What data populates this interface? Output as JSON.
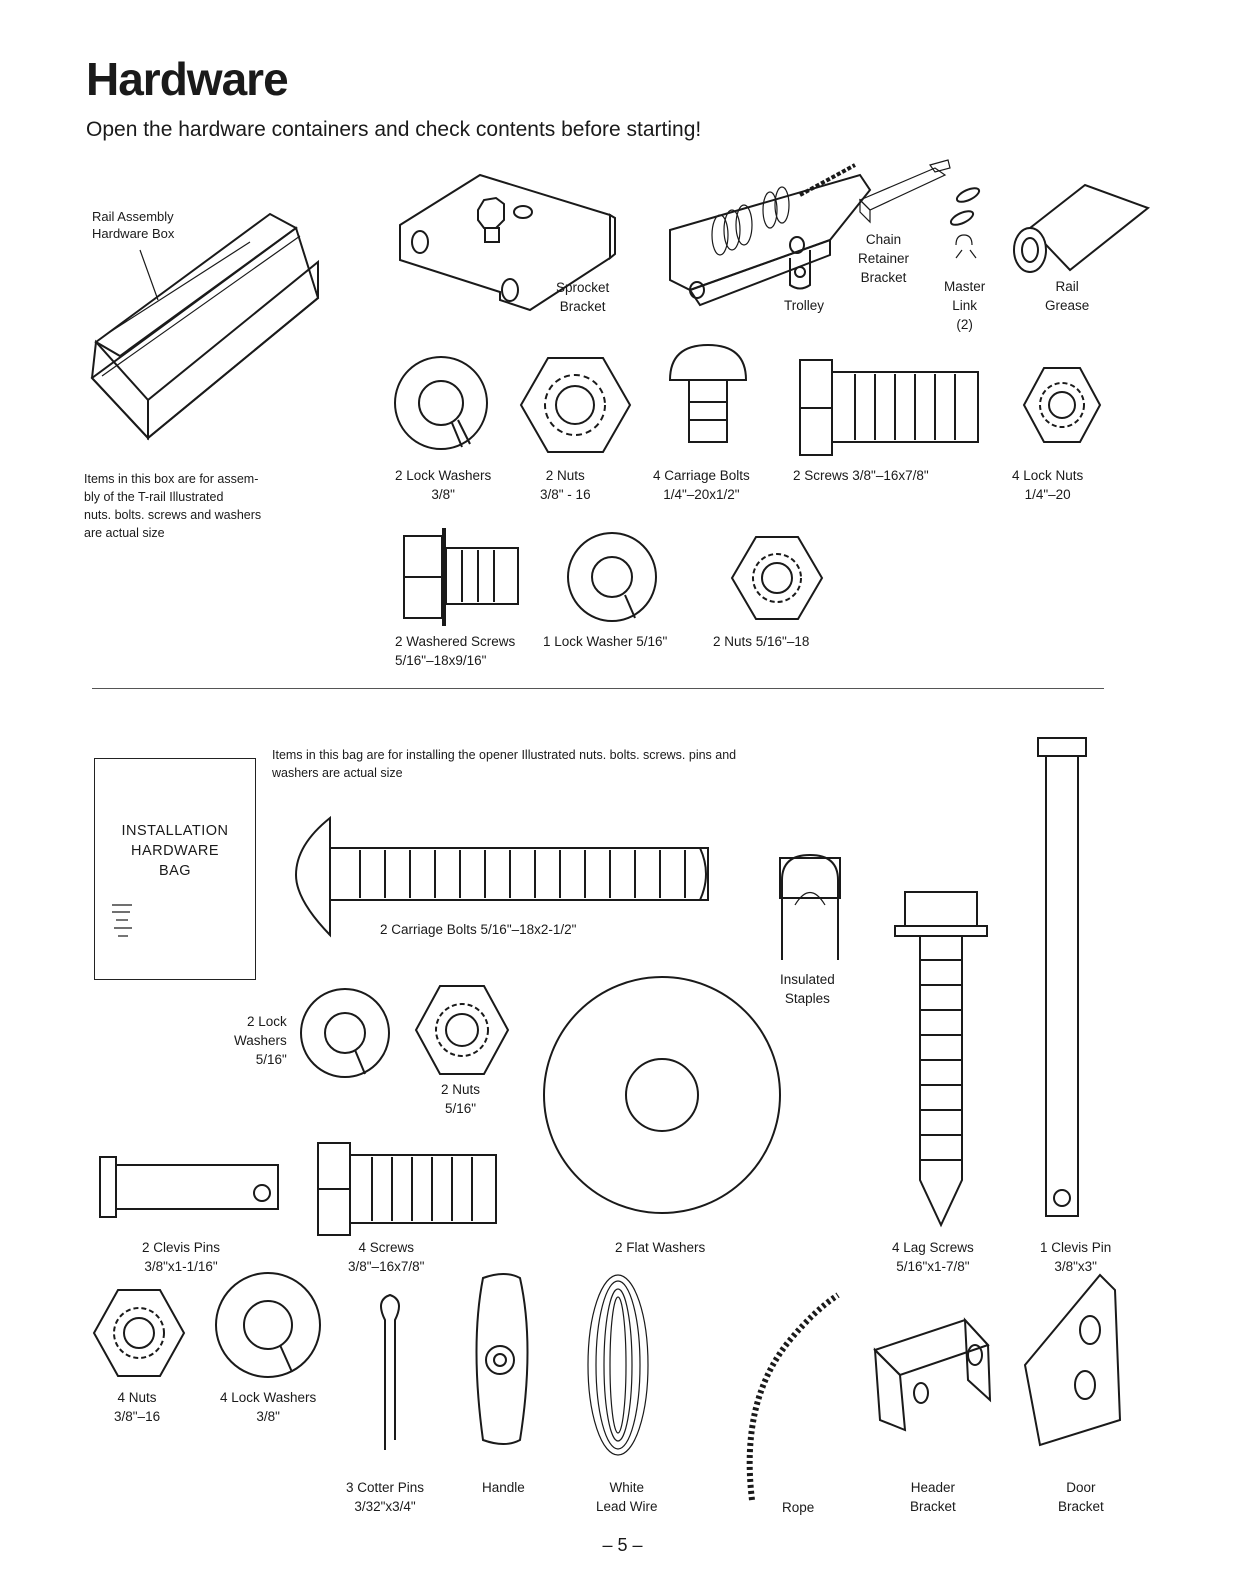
{
  "header": {
    "title": "Hardware",
    "subtitle": "Open the hardware containers and check contents before starting!"
  },
  "rail_box": {
    "label_line1": "Rail Assembly",
    "label_line2": "Hardware Box",
    "note_lines": [
      "Items in this box are for assem-",
      "bly of the T-rail Illustrated",
      "nuts. bolts. screws and washers",
      "are actual size"
    ]
  },
  "rail_items": {
    "sprocket_bracket": [
      "Sprocket",
      "Bracket"
    ],
    "trolley": "Trolley",
    "chain_retainer": [
      "Chain",
      "Retainer",
      "Bracket"
    ],
    "master_link": [
      "Master",
      "Link",
      "(2)"
    ],
    "rail_grease": [
      "Rail",
      "Grease"
    ],
    "lock_washers": [
      "2 Lock Washers",
      "3/8\""
    ],
    "nuts": [
      "2 Nuts",
      "3/8\" - 16"
    ],
    "carriage_bolts": [
      "4 Carriage Bolts",
      "1/4\"–20x1/2\""
    ],
    "screws": "2 Screws 3/8\"–16x7/8\"",
    "lock_nuts": [
      "4 Lock Nuts",
      "1/4\"–20"
    ],
    "washered_screws": [
      "2 Washered Screws",
      "5/16\"–18x9/16\""
    ],
    "lock_washer": "1 Lock Washer 5/16\"",
    "nuts_516": "2 Nuts 5/16\"–18"
  },
  "install_bag": {
    "bag_title": [
      "INSTALLATION",
      "HARDWARE",
      "BAG"
    ],
    "note_lines": [
      "Items in this bag are for installing the opener  Illustrated nuts. bolts. screws. pins and",
      "washers are actual size"
    ]
  },
  "install_items": {
    "carriage_bolts": "2 Carriage Bolts 5/16\"–18x2-1/2\"",
    "insulated_staples": [
      "Insulated",
      "Staples"
    ],
    "lock_washers": [
      "2 Lock",
      "Washers",
      "5/16\""
    ],
    "nuts": [
      "2 Nuts",
      "5/16\""
    ],
    "clevis_pins_2": [
      "2 Clevis Pins",
      "3/8\"x1-1/16\""
    ],
    "screws_4": [
      "4 Screws",
      "3/8\"–16x7/8\""
    ],
    "flat_washers": "2 Flat Washers",
    "lag_screws": [
      "4 Lag Screws",
      "5/16\"x1-7/8\""
    ],
    "clevis_pin_1": [
      "1 Clevis Pin",
      "3/8\"x3\""
    ],
    "nuts_4": [
      "4 Nuts",
      "3/8\"–16"
    ],
    "lock_washers_4": [
      "4 Lock Washers",
      "3/8\""
    ],
    "cotter_pins": [
      "3 Cotter Pins",
      "3/32\"x3/4\""
    ],
    "handle": "Handle",
    "lead_wire": [
      "White",
      "Lead Wire"
    ],
    "rope": "Rope",
    "header_bracket": [
      "Header",
      "Bracket"
    ],
    "door_bracket": [
      "Door",
      "Bracket"
    ]
  },
  "footer": {
    "page_number": "– 5 –"
  }
}
